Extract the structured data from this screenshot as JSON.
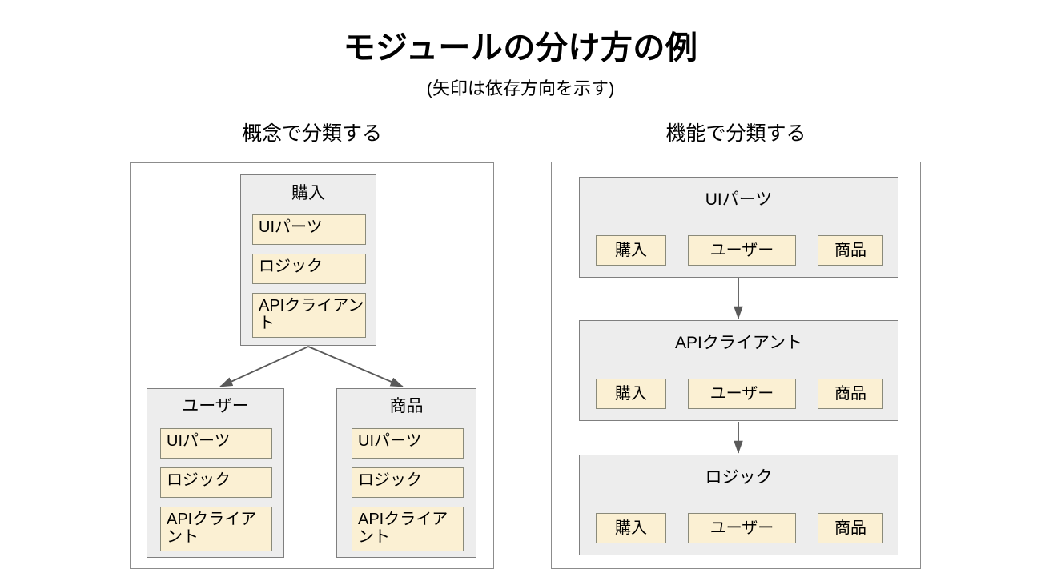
{
  "slide": {
    "title": "モジュールの分け方の例",
    "subtitle": "(矢印は依存方向を示す)",
    "background_color": "#ffffff"
  },
  "colors": {
    "group_fill": "#ededed",
    "group_border": "#7f7f7f",
    "item_fill": "#fbf0d3",
    "item_border": "#8a8a7a",
    "panel_border": "#8c8c8c",
    "arrow": "#5a5a5a",
    "text": "#000000"
  },
  "columns": {
    "left": {
      "heading": "概念で分類する",
      "groups": {
        "kounyu": {
          "title": "購入",
          "items": [
            "UIパーツ",
            "ロジック",
            "APIクライアント"
          ]
        },
        "user": {
          "title": "ユーザー",
          "items": [
            "UIパーツ",
            "ロジック",
            "APIクライアント"
          ]
        },
        "shohin": {
          "title": "商品",
          "items": [
            "UIパーツ",
            "ロジック",
            "APIクライアント"
          ]
        }
      },
      "arrows": [
        {
          "from": "購入",
          "to": "ユーザー"
        },
        {
          "from": "購入",
          "to": "商品"
        }
      ]
    },
    "right": {
      "heading": "機能で分類する",
      "groups": {
        "ui": {
          "title": "UIパーツ",
          "items": [
            "購入",
            "ユーザー",
            "商品"
          ]
        },
        "api": {
          "title": "APIクライアント",
          "items": [
            "購入",
            "ユーザー",
            "商品"
          ]
        },
        "logic": {
          "title": "ロジック",
          "items": [
            "購入",
            "ユーザー",
            "商品"
          ]
        }
      },
      "arrows": [
        {
          "from": "UIパーツ",
          "to": "APIクライアント"
        },
        {
          "from": "APIクライアント",
          "to": "ロジック"
        }
      ]
    }
  }
}
